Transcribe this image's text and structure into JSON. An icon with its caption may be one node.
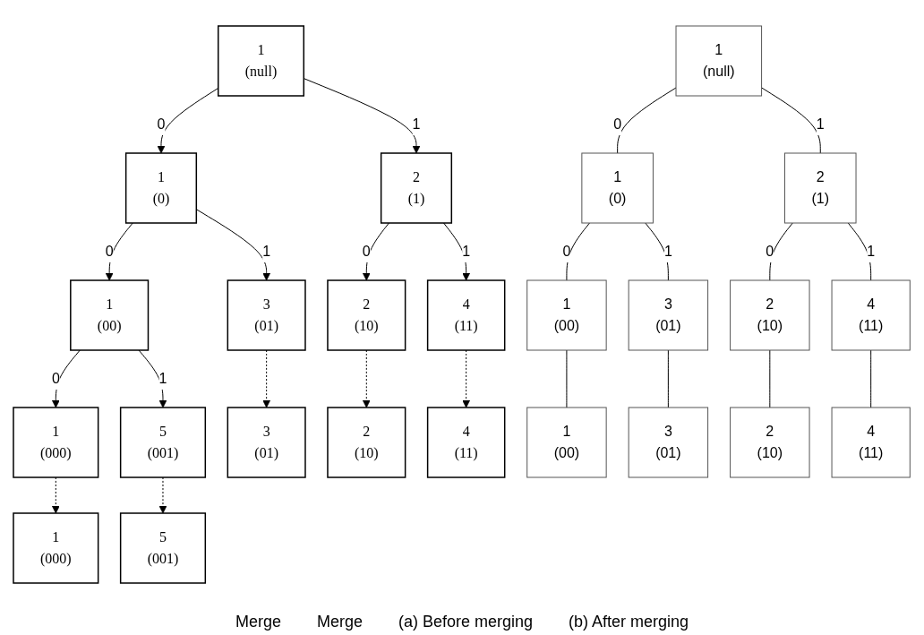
{
  "diagram": {
    "nodes": [
      {
        "text": [
          "1",
          "(null)"
        ]
      },
      {
        "text": [
          "1",
          "(0)"
        ]
      },
      {
        "text": [
          "2",
          "(1)"
        ]
      },
      {
        "text": [
          "1",
          "(00)"
        ]
      },
      {
        "text": [
          "3",
          "(01)"
        ]
      },
      {
        "text": [
          "1",
          "(000)"
        ]
      },
      {
        "text": [
          "5",
          "(001)"
        ]
      },
      {
        "text": [
          "2",
          "(10)"
        ]
      },
      {
        "text": [
          "4",
          "(11)"
        ]
      },
      {
        "text": [
          "1",
          "(000)"
        ]
      },
      {
        "text": [
          "5",
          "(001)"
        ]
      },
      {
        "text": [
          "2",
          "(10)"
        ]
      },
      {
        "text": [
          "3",
          "(01)"
        ]
      },
      {
        "text": [
          "4",
          "(11)"
        ]
      },
      {
        "text": [
          "1",
          "(null)"
        ]
      },
      {
        "text": [
          "1",
          "(0)"
        ]
      },
      {
        "text": [
          "2",
          "(1)"
        ]
      },
      {
        "text": [
          "1",
          "(00)"
        ]
      },
      {
        "text": [
          "3",
          "(01)"
        ]
      },
      {
        "text": [
          "2",
          "(10)"
        ]
      },
      {
        "text": [
          "4",
          "(11)"
        ]
      },
      {
        "text": [
          "1",
          "(00)"
        ]
      },
      {
        "text": [
          "2",
          "(10)"
        ]
      },
      {
        "text": [
          "3",
          "(01)"
        ]
      },
      {
        "text": [
          "4",
          "(11)"
        ]
      }
    ],
    "edges": [
      {
        "from": 0,
        "to": 1,
        "label": "0",
        "arrow": "to"
      },
      {
        "from": 0,
        "to": 2,
        "label": "1",
        "arrow": "to"
      },
      {
        "from": 1,
        "to": 3,
        "label": "0",
        "arrow": "to"
      },
      {
        "from": 1,
        "to": 4,
        "label": "1",
        "arrow": "to"
      },
      {
        "from": 2,
        "to": 7,
        "label": "0",
        "arrow": "to"
      },
      {
        "from": 2,
        "to": 8,
        "label": "1",
        "arrow": "to"
      },
      {
        "from": 3,
        "to": 5,
        "label": "0",
        "arrow": "to"
      },
      {
        "from": 3,
        "to": 6,
        "label": "1",
        "arrow": "to"
      },
      {
        "from": 5,
        "to": 9,
        "arrow": "to",
        "style": "dashed"
      },
      {
        "from": 6,
        "to": 10,
        "arrow": "to",
        "style": "dashed"
      },
      {
        "from": 4,
        "to": 12,
        "arrow": "to",
        "style": "dashed"
      },
      {
        "from": 7,
        "to": 11,
        "arrow": "to",
        "style": "dashed"
      },
      {
        "from": 8,
        "to": 13,
        "arrow": "to",
        "style": "dashed"
      },
      {
        "from": 14,
        "to": 15,
        "label": "0",
        "arrow": "none"
      },
      {
        "from": 14,
        "to": 16,
        "label": "1",
        "arrow": "none"
      },
      {
        "from": 15,
        "to": 17,
        "label": "0",
        "arrow": "none"
      },
      {
        "from": 15,
        "to": 18,
        "label": "1",
        "arrow": "none"
      },
      {
        "from": 16,
        "to": 19,
        "label": "0",
        "arrow": "none"
      },
      {
        "from": 16,
        "to": 20,
        "label": "1",
        "arrow": "none"
      },
      {
        "from": 17,
        "to": 21,
        "arrow": "none"
      },
      {
        "from": 18,
        "to": 23,
        "arrow": "none"
      },
      {
        "from": 19,
        "to": 22,
        "arrow": "none"
      },
      {
        "from": 20,
        "to": 24,
        "arrow": "none"
      }
    ],
    "labels": [
      "Merge",
      "Merge",
      "(a) Before merging",
      "(b) After merging"
    ]
  }
}
